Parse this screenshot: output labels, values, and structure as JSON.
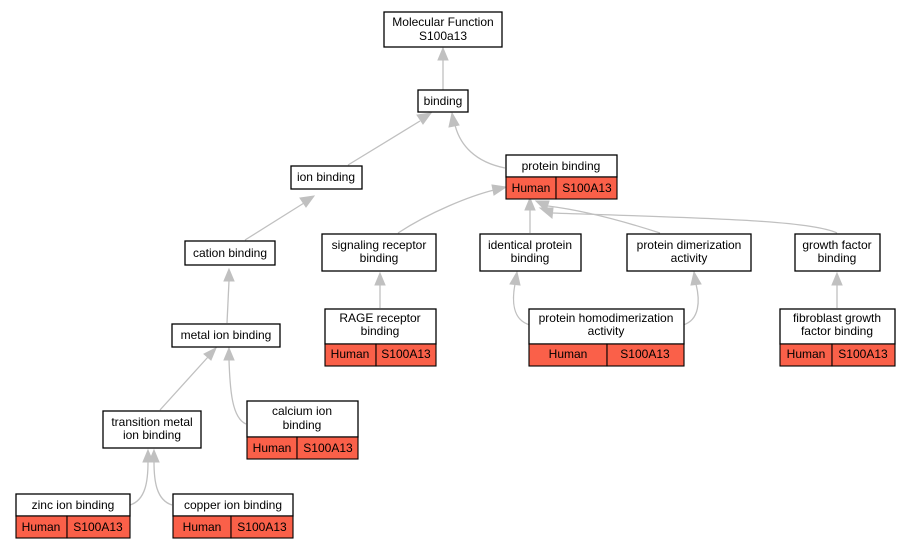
{
  "root": {
    "line1": "Molecular Function",
    "line2": "S100a13"
  },
  "terms": {
    "binding": "binding",
    "ion_binding": "ion binding",
    "cation_binding": "cation binding",
    "metal_ion_binding": "metal ion binding",
    "transition_metal_ion_binding": {
      "line1": "transition metal",
      "line2": "ion binding"
    },
    "zinc_ion_binding": "zinc ion binding",
    "copper_ion_binding": "copper ion binding",
    "calcium_ion_binding": {
      "line1": "calcium ion",
      "line2": "binding"
    },
    "protein_binding": "protein binding",
    "signaling_receptor_binding": {
      "line1": "signaling receptor",
      "line2": "binding"
    },
    "rage_receptor_binding": {
      "line1": "RAGE receptor",
      "line2": "binding"
    },
    "identical_protein_binding": {
      "line1": "identical protein",
      "line2": "binding"
    },
    "protein_homodimerization_activity": {
      "line1": "protein homodimerization",
      "line2": "activity"
    },
    "protein_dimerization_activity": {
      "line1": "protein dimerization",
      "line2": "activity"
    },
    "growth_factor_binding": {
      "line1": "growth factor",
      "line2": "binding"
    },
    "fibroblast_growth_factor_binding": {
      "line1": "fibroblast growth",
      "line2": "factor binding"
    }
  },
  "annotation": {
    "species": "Human",
    "gene": "S100A13"
  },
  "colors": {
    "annotation_fill": "#fa6049",
    "edge": "#c0c0c0",
    "node_border": "#000000"
  }
}
